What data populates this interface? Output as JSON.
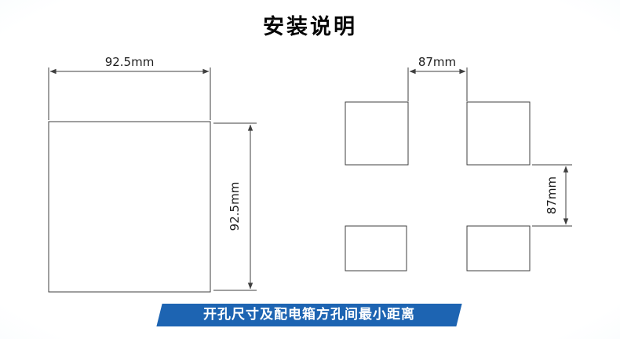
{
  "page": {
    "title": "安装说明"
  },
  "left_drawing": {
    "description": "single square cutout",
    "width_label": "92.5mm",
    "height_label": "92.5mm"
  },
  "right_drawing": {
    "description": "four square cutouts spacing",
    "horizontal_gap_label": "87mm",
    "vertical_gap_label": "87mm"
  },
  "footer": {
    "caption": "开孔尺寸及配电箱方孔间最小距离"
  },
  "colors": {
    "banner_blue": "#1d64b2",
    "line_color": "#3f3f3f",
    "text_color": "#1c1c1c"
  }
}
